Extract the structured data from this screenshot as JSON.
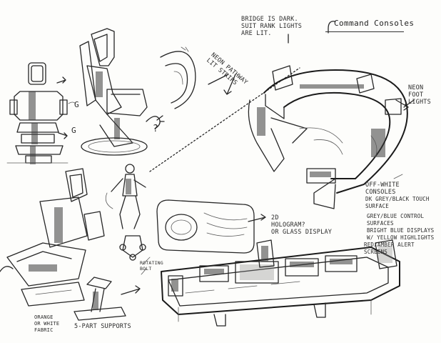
{
  "notes": {
    "title": "Command Consoles",
    "bridge_dark": "BRIDGE IS DARK.\nSUIT RANK LIGHTS\nARE LIT.",
    "neon_pathway": "NEON PATHWAY\nLIT STRIPS",
    "neon_foot": "NEON\nFOOT\nLIGHTS",
    "off_white": "OFF-WHITE\nCONSOLES",
    "dk_grey": "DK GREY/BLACK TOUCH\nSURFACE",
    "grey_blue": "GREY/BLUE CONTROL\nSURFACES",
    "bright_blue": "BRIGHT BLUE DISPLAYS\nW/ YELLOW HIGHLIGHTS",
    "red_amber": "RED/AMBER ALERT SCREENS",
    "hologram": "2D\nHOLOGRAM?\nOR GLASS DISPLAY",
    "rotating_bolt": "ROTATING\nBOLT",
    "five_part": "5-PART SUPPORTS",
    "orange_fabric": "ORANGE\nOR WHITE\nFABRIC"
  },
  "sketch_labels": {
    "g_upper": "G",
    "g_lower": "G"
  }
}
